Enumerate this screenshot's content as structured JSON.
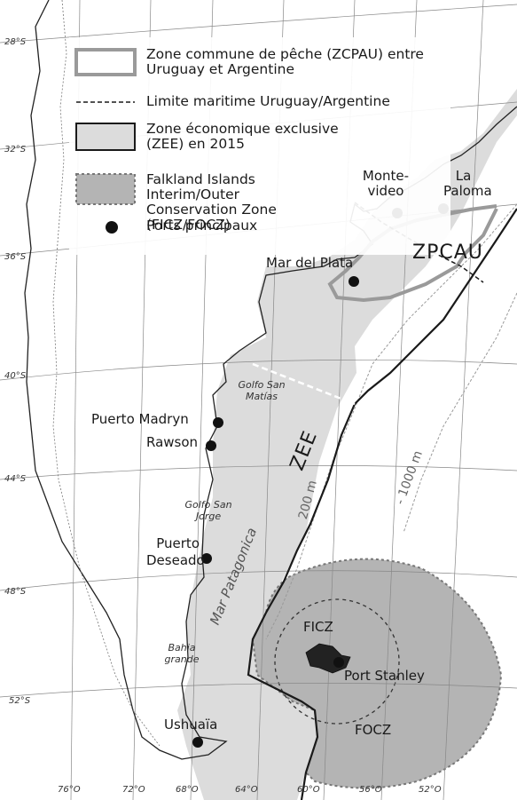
{
  "legend": {
    "zcpau": "Zone commune de pêche (ZCPAU) entre Uruguay et Argentine",
    "limit": "Limite maritime Uruguay/Argentine",
    "zee": "Zone économique exclusive (ZEE) en 2015",
    "ficz": "Falkland Islands Interim/Outer Conservation Zone (FICZ/FOCZ)",
    "ports": "Ports principaux"
  },
  "latitudes": [
    "28°S",
    "32°S",
    "36°S",
    "40°S",
    "44°S",
    "48°S",
    "52°S"
  ],
  "longitudes": [
    "76°O",
    "72°O",
    "68°O",
    "64°O",
    "60°O",
    "56°O",
    "52°O"
  ],
  "ports": {
    "montevideo": "Monte-video",
    "la_paloma": "La Paloma",
    "mar_del_plata": "Mar del Plata",
    "puerto_madryn": "Puerto Madryn",
    "rawson": "Rawson",
    "puerto_deseado": "Puerto Deseado",
    "port_stanley": "Port Stanley",
    "ushuaia": "Ushuaïa"
  },
  "geo_labels": {
    "golfo_san_matias": "Golfo San Matías",
    "golfo_san_jorge": "Golfo San Jorge",
    "bahia_grande": "Bahia grande",
    "mar_patagonica": "Mar Patagonica",
    "zee": "ZEE",
    "zpcau": "ZPCAU",
    "ficz": "FICZ",
    "focz": "FOCZ",
    "isobath_200": "200 m",
    "isobath_1000": "- 1000 m"
  },
  "colors": {
    "zee_fill": "#dcdcdc",
    "ficz_fill": "#b4b4b4",
    "zcpau_stroke": "#9a9a9a",
    "line": "#1a1a1a"
  }
}
